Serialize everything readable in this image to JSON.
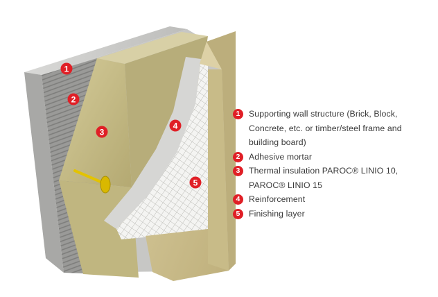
{
  "diagram": {
    "badges": [
      "1",
      "2",
      "3",
      "4",
      "5"
    ]
  },
  "legend": [
    {
      "number": "1",
      "text": "Supporting wall structure (Brick, Block, Concrete, etc. or timber/steel frame and building board)"
    },
    {
      "number": "2",
      "text": "Adhesive mortar"
    },
    {
      "number": "3",
      "text": "Thermal insulation PAROC® LINIO 10, PAROC® LINIO 15"
    },
    {
      "number": "4",
      "text": "Reinforcement"
    },
    {
      "number": "5",
      "text": "Finishing layer"
    }
  ],
  "colors": {
    "badge": "#e01f26",
    "concrete": "#c9c9c7",
    "insulation": "#c2b884",
    "finish": "#cbbd8e",
    "mesh": "#f3f3f1"
  }
}
